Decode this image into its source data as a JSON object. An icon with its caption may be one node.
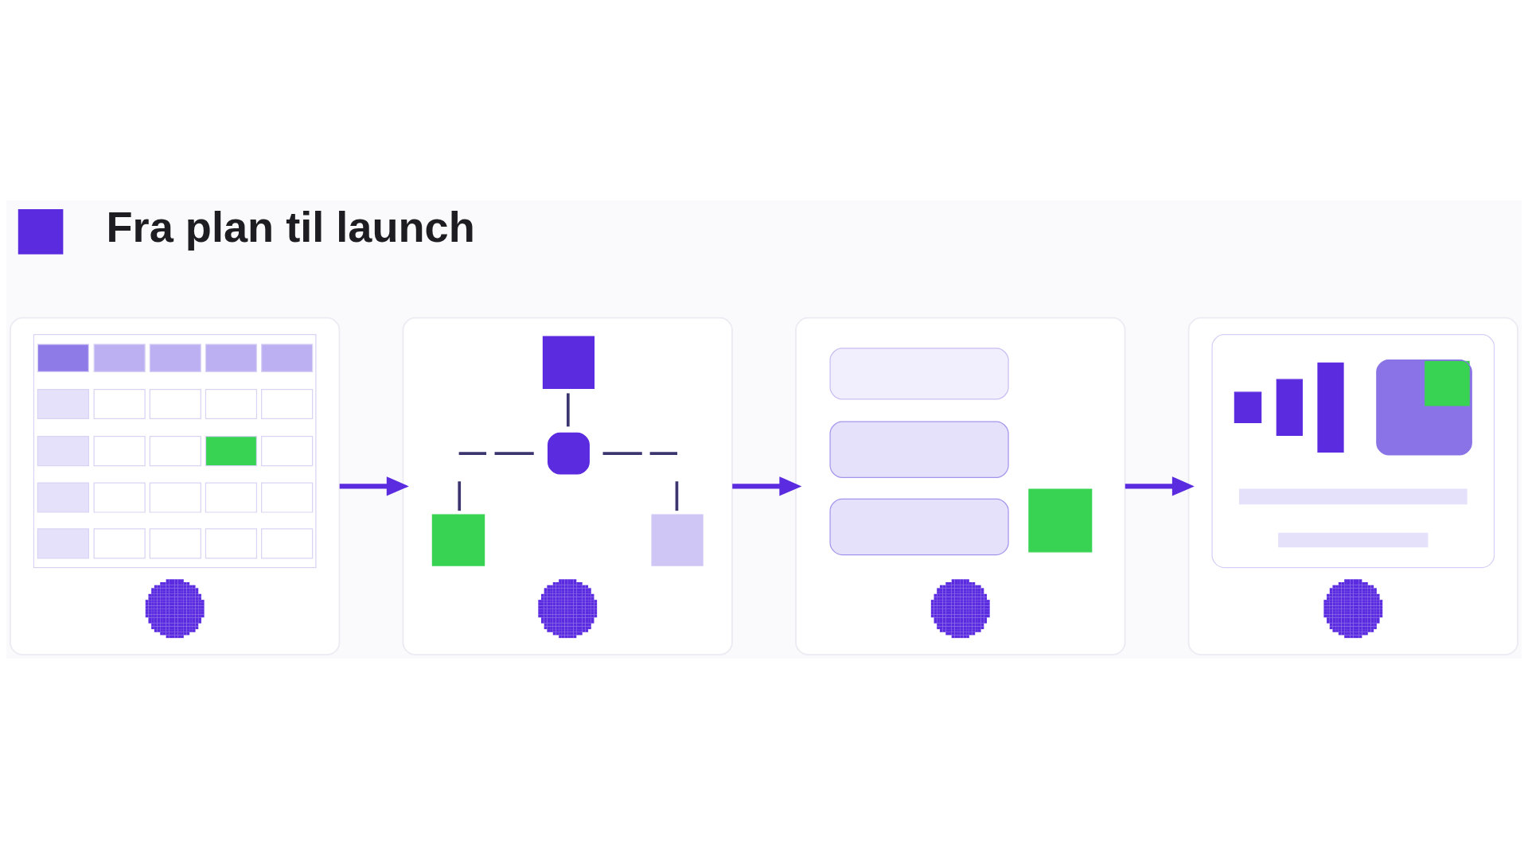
{
  "diagram": {
    "title": "Fra plan til launch",
    "nodes": [
      {
        "text": [],
        "shape": "picture"
      },
      {
        "text": [],
        "shape": "picture"
      },
      {
        "text": [],
        "shape": "picture"
      },
      {
        "text": [],
        "shape": "picture"
      }
    ],
    "edges": [
      {
        "from": 0,
        "to": 1,
        "arrow": "to"
      },
      {
        "from": 1,
        "to": 2,
        "arrow": "to"
      },
      {
        "from": 2,
        "to": 3,
        "arrow": "to"
      }
    ]
  }
}
